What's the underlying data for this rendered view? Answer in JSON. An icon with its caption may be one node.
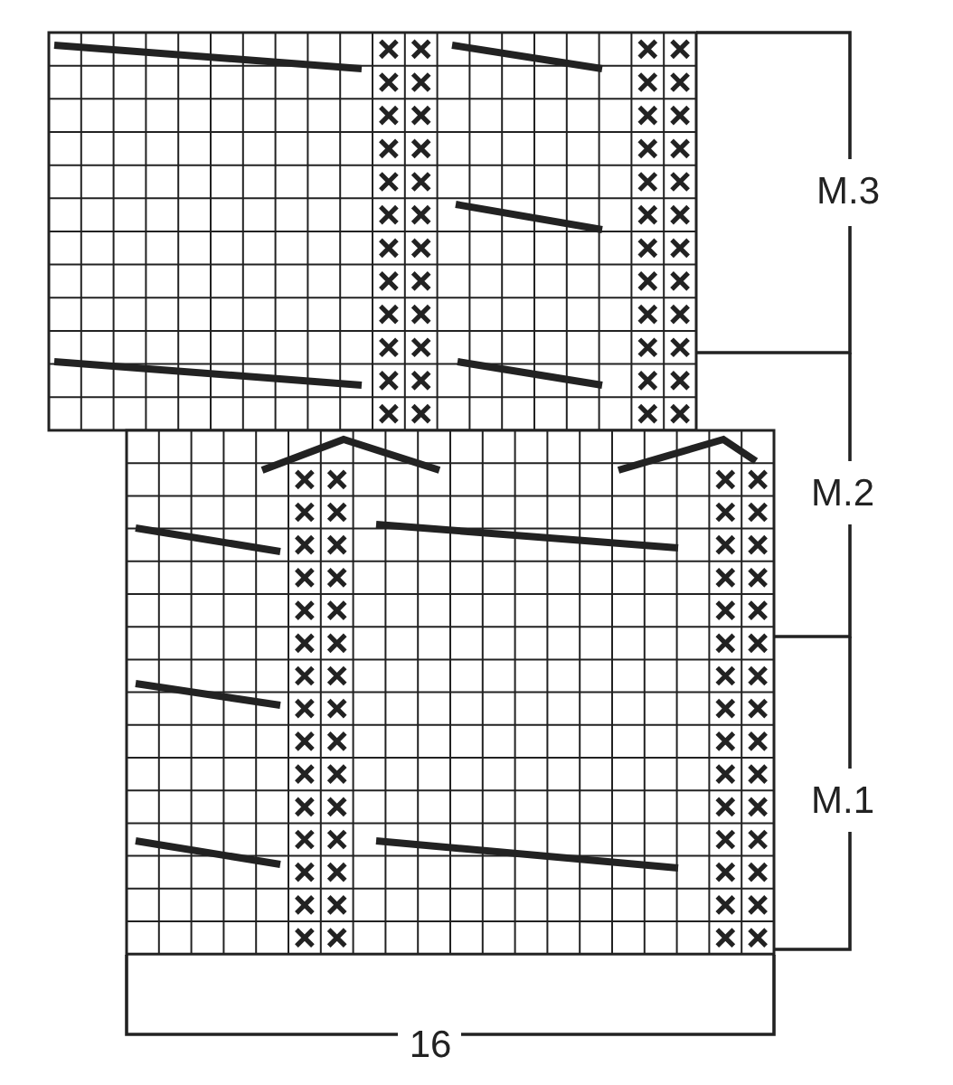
{
  "diagram": {
    "labels": [
      "M.3",
      "M.2",
      "M.1",
      "16"
    ]
  }
}
